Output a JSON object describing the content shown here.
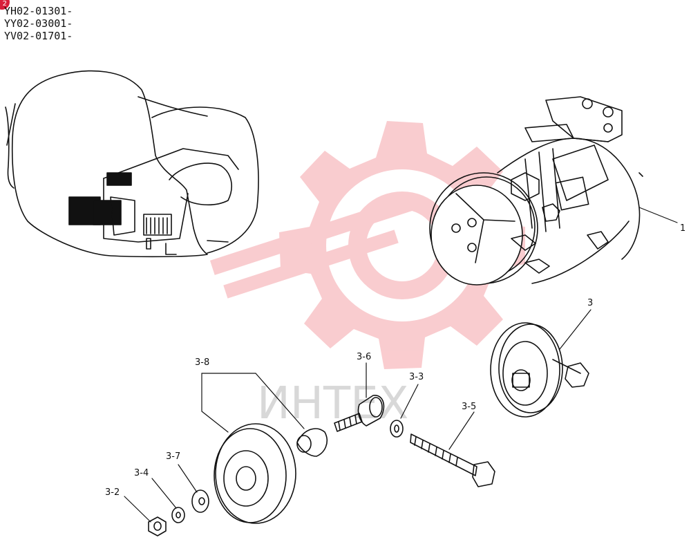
{
  "page_badge": "2",
  "serials": [
    "YH02-01301-",
    "YY02-03001-",
    "YV02-01701-"
  ],
  "callouts": {
    "p1": "1",
    "p3": "3",
    "p3_2": "3-2",
    "p3_3": "3-3",
    "p3_4": "3-4",
    "p3_5": "3-5",
    "p3_6": "3-6",
    "p3_7": "3-7",
    "p3_8": "3-8"
  },
  "watermark": {
    "text": "ИНТЕХ",
    "color": "#f5a3a8"
  },
  "colors": {
    "line": "#111111",
    "badge": "#d81e3a"
  }
}
